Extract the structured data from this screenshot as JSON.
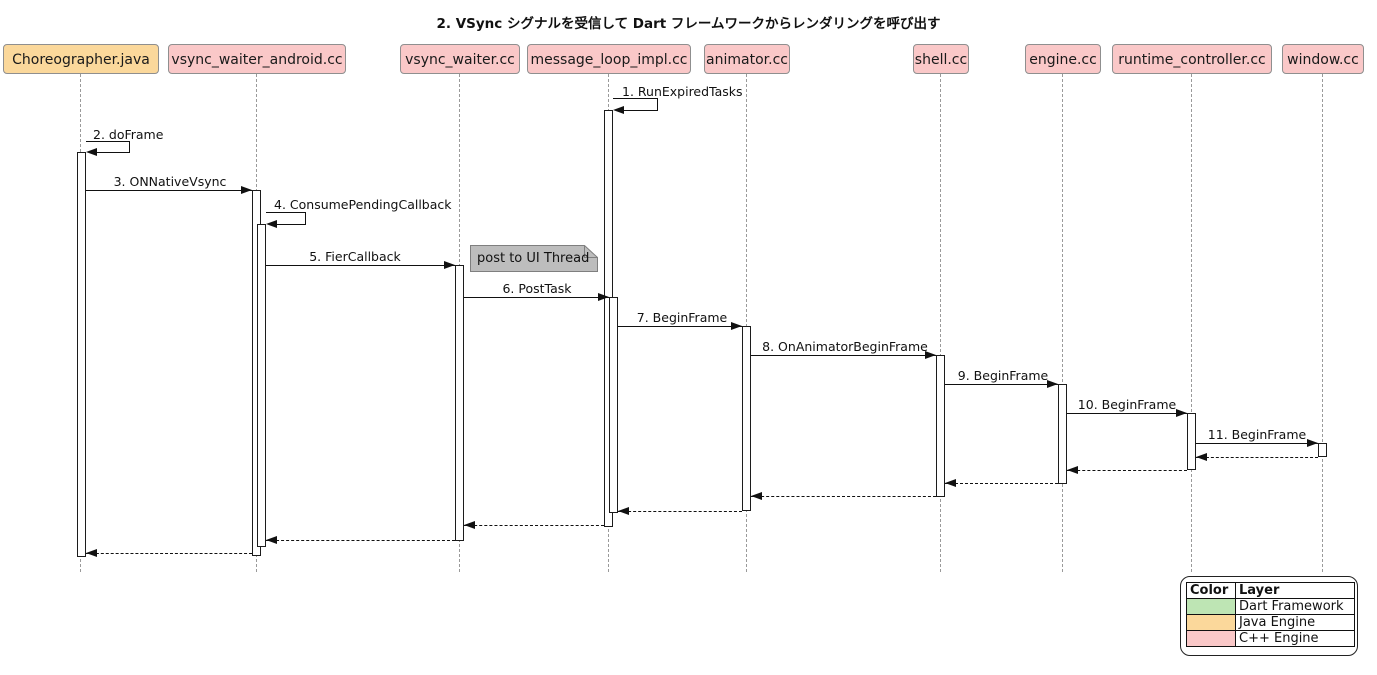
{
  "title": "2. VSync シグナルを受信して Dart フレームワークからレンダリングを呼び出す",
  "diagram_type": "uml-sequence",
  "colors": {
    "java_engine": "#FBD89B",
    "cpp_engine": "#FAC8C8",
    "dart_framework": "#BEE5B4",
    "note_bg": "#BDBDBD"
  },
  "participants": [
    {
      "label": "Choreographer.java",
      "fill": "#FBD89B"
    },
    {
      "label": "vsync_waiter_android.cc",
      "fill": "#FAC8C8"
    },
    {
      "label": "vsync_waiter.cc",
      "fill": "#FAC8C8"
    },
    {
      "label": "message_loop_impl.cc",
      "fill": "#FAC8C8"
    },
    {
      "label": "animator.cc",
      "fill": "#FAC8C8"
    },
    {
      "label": "shell.cc",
      "fill": "#FAC8C8"
    },
    {
      "label": "engine.cc",
      "fill": "#FAC8C8"
    },
    {
      "label": "runtime_controller.cc",
      "fill": "#FAC8C8"
    },
    {
      "label": "window.cc",
      "fill": "#FAC8C8"
    }
  ],
  "messages": [
    {
      "label": "1. RunExpiredTasks",
      "from": "message_loop_impl.cc",
      "to": "message_loop_impl.cc",
      "type": "self"
    },
    {
      "label": "2. doFrame",
      "from": "Choreographer.java",
      "to": "Choreographer.java",
      "type": "self"
    },
    {
      "label": "3. ONNativeVsync",
      "from": "Choreographer.java",
      "to": "vsync_waiter_android.cc",
      "type": "call"
    },
    {
      "label": "4. ConsumePendingCallback",
      "from": "vsync_waiter_android.cc",
      "to": "vsync_waiter_android.cc",
      "type": "self"
    },
    {
      "label": "5. FierCallback",
      "from": "vsync_waiter_android.cc",
      "to": "vsync_waiter.cc",
      "type": "call"
    },
    {
      "label": "6. PostTask",
      "from": "vsync_waiter.cc",
      "to": "message_loop_impl.cc",
      "type": "call"
    },
    {
      "label": "7. BeginFrame",
      "from": "message_loop_impl.cc",
      "to": "animator.cc",
      "type": "call"
    },
    {
      "label": "8. OnAnimatorBeginFrame",
      "from": "animator.cc",
      "to": "shell.cc",
      "type": "call"
    },
    {
      "label": "9. BeginFrame",
      "from": "shell.cc",
      "to": "engine.cc",
      "type": "call"
    },
    {
      "label": "10. BeginFrame",
      "from": "engine.cc",
      "to": "runtime_controller.cc",
      "type": "call"
    },
    {
      "label": "11. BeginFrame",
      "from": "runtime_controller.cc",
      "to": "window.cc",
      "type": "call"
    }
  ],
  "returns": [
    {
      "from": "window.cc",
      "to": "runtime_controller.cc"
    },
    {
      "from": "runtime_controller.cc",
      "to": "engine.cc"
    },
    {
      "from": "engine.cc",
      "to": "shell.cc"
    },
    {
      "from": "shell.cc",
      "to": "animator.cc"
    },
    {
      "from": "animator.cc",
      "to": "message_loop_impl.cc"
    },
    {
      "from": "message_loop_impl.cc",
      "to": "vsync_waiter.cc"
    },
    {
      "from": "vsync_waiter.cc",
      "to": "vsync_waiter_android.cc"
    },
    {
      "from": "vsync_waiter_android.cc",
      "to": "Choreographer.java"
    }
  ],
  "note": {
    "text": "post to UI Thread"
  },
  "legend": {
    "headers": [
      "Color",
      "Layer"
    ],
    "rows": [
      {
        "color": "#BEE5B4",
        "layer": "Dart Framework"
      },
      {
        "color": "#FBD89B",
        "layer": "Java Engine"
      },
      {
        "color": "#FAC8C8",
        "layer": "C++ Engine"
      }
    ]
  }
}
